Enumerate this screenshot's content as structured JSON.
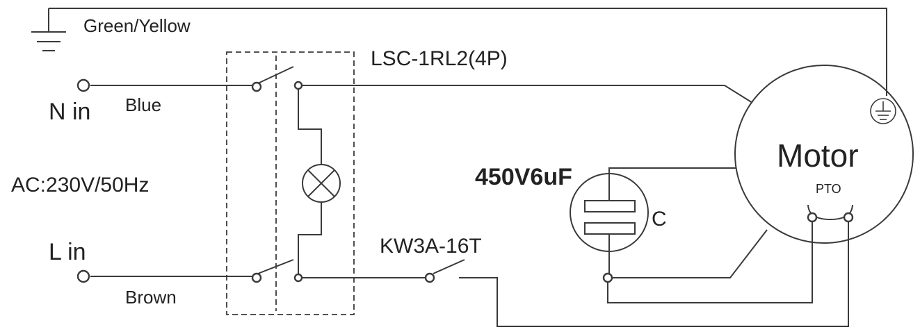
{
  "labels": {
    "ground": "Green/Yellow",
    "switch_model": "LSC-1RL2(4P)",
    "neutral_in": "N in",
    "neutral_color": "Blue",
    "supply": "AC:230V/50Hz",
    "live_in": "L in",
    "live_color": "Brown",
    "thermal_switch": "KW3A-16T",
    "capacitor_rating": "450V6uF",
    "capacitor_symbol": "C",
    "motor": "Motor",
    "pto": "PTO"
  },
  "colors": {
    "line": "#3a3a3a",
    "text": "#222222",
    "background": "#ffffff"
  }
}
